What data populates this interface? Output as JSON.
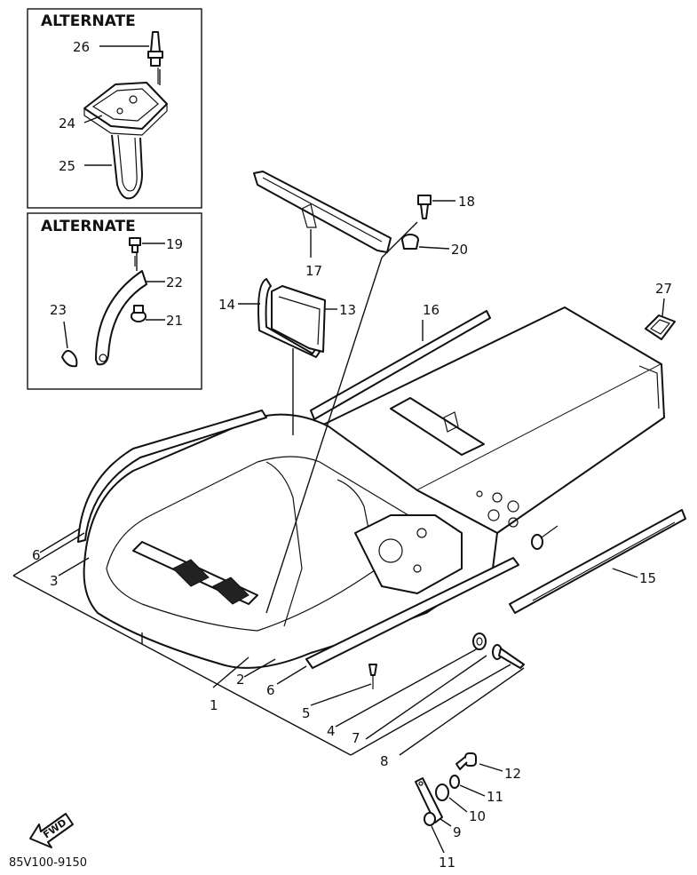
{
  "alternate_boxes": [
    {
      "title": "ALTERNATE"
    },
    {
      "title": "ALTERNATE"
    }
  ],
  "callouts": [
    "1",
    "2",
    "3",
    "4",
    "5",
    "6",
    "6",
    "7",
    "8",
    "9",
    "10",
    "11",
    "11",
    "12",
    "13",
    "14",
    "15",
    "16",
    "17",
    "18",
    "19",
    "20",
    "21",
    "22",
    "23",
    "24",
    "25",
    "26",
    "27"
  ],
  "diagram_code": "85V100-9150",
  "fwd_label": "FWD",
  "colors": {
    "ink": "#111111",
    "paper": "#ffffff"
  }
}
